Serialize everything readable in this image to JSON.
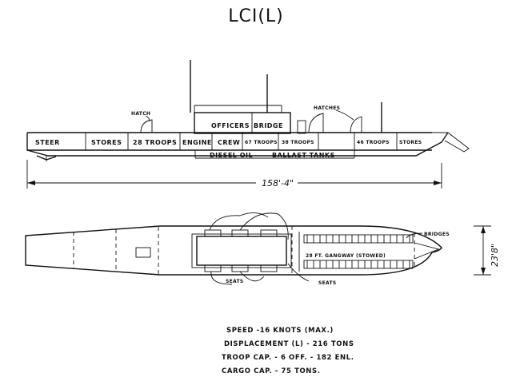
{
  "title": "LCI(L)",
  "profile": {
    "labels": {
      "steer": "STEER",
      "stores_aft": "STORES",
      "troops_28": "28 TROOPS",
      "engine": "ENGINE",
      "crew": "CREW",
      "troops_67": "67 TROOPS",
      "troops_38": "38 TROOPS",
      "troops_46": "46 TROOPS",
      "stores_fwd": "STORES",
      "officers": "OFFICERS",
      "bridge": "BRIDGE",
      "hatch": "HATCH",
      "hatches": "HATCHES",
      "diesel_oil": "DIESEL OIL",
      "ballast_tanks": "BALLAST TANKS"
    },
    "length": "158'-4\""
  },
  "plan": {
    "labels": {
      "seats_left": "SEATS",
      "seats_right": "SEATS",
      "gangway": "28 FT. GANGWAY (STOWED)",
      "bridges": "BRIDGES"
    },
    "beam": "23'8\""
  },
  "specs": {
    "speed": "SPEED -16 KNOTS (MAX.)",
    "displacement": "DISPLACEMENT (L) - 216 TONS",
    "troop_cap": "TROOP CAP. - 6 OFF. - 182 ENL.",
    "cargo_cap": "CARGO CAP. - 75 TONS."
  }
}
